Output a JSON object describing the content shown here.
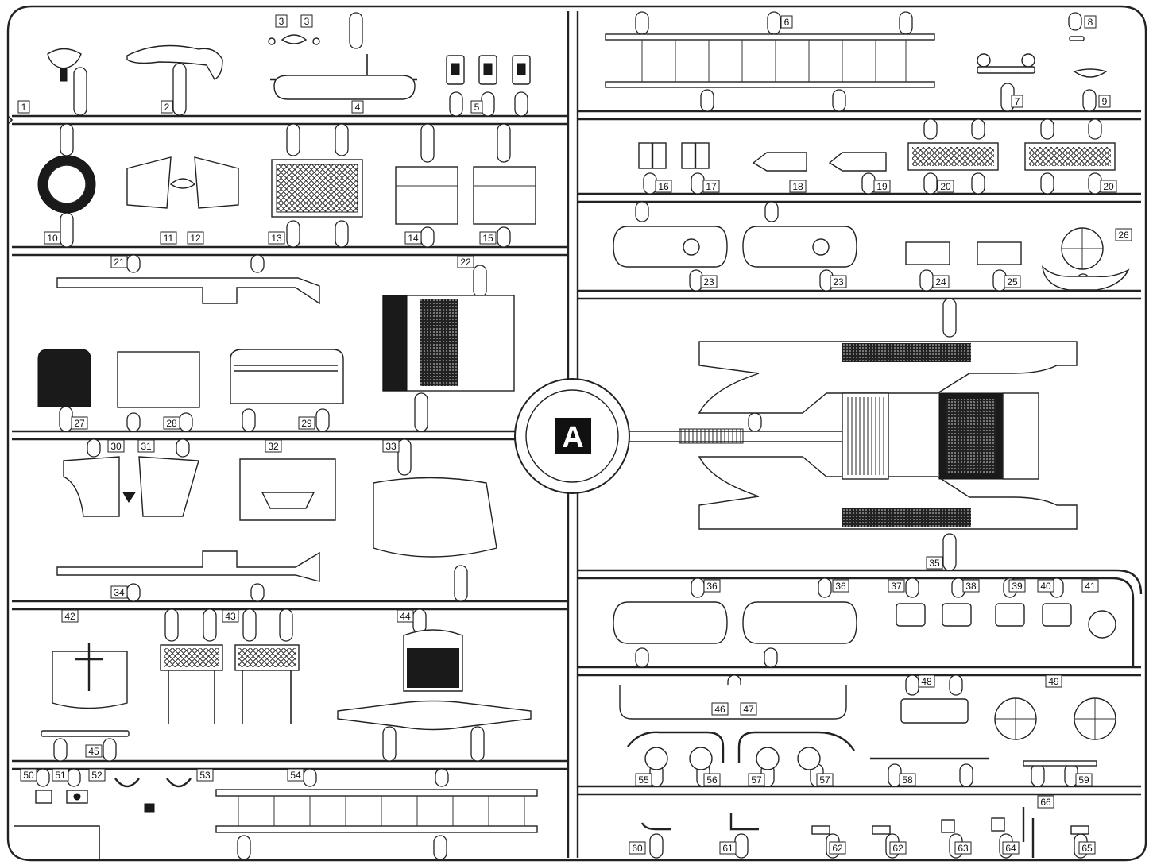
{
  "sprue_letter": "A",
  "part_numbers": [
    "1",
    "2",
    "3",
    "3",
    "4",
    "5",
    "6",
    "7",
    "8",
    "9",
    "10",
    "11",
    "12",
    "13",
    "14",
    "15",
    "16",
    "17",
    "18",
    "19",
    "20",
    "20",
    "21",
    "22",
    "23",
    "23",
    "24",
    "25",
    "26",
    "27",
    "28",
    "29",
    "30",
    "31",
    "32",
    "33",
    "34",
    "35",
    "36",
    "36",
    "37",
    "38",
    "39",
    "40",
    "41",
    "42",
    "43",
    "44",
    "45",
    "46",
    "47",
    "48",
    "49",
    "50",
    "51",
    "52",
    "53",
    "54",
    "55",
    "56",
    "57",
    "57",
    "58",
    "59",
    "60",
    "61",
    "62",
    "62",
    "63",
    "64",
    "65",
    "66"
  ]
}
